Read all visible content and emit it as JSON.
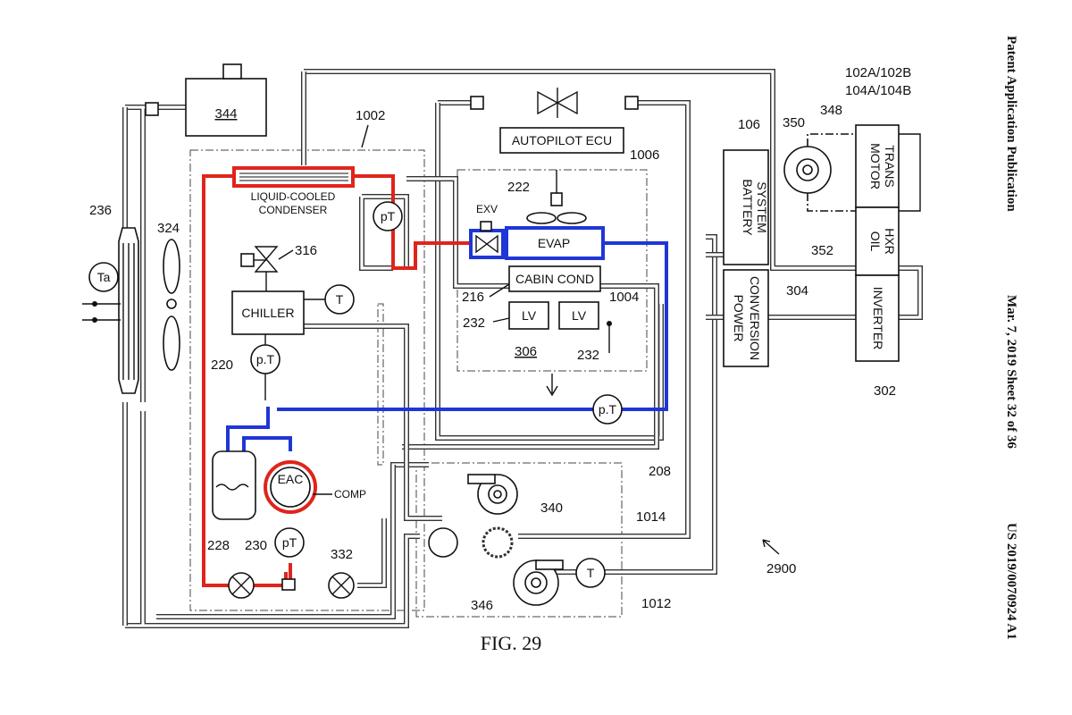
{
  "figure_title": "FIG. 29",
  "header": {
    "publication": "Patent Application Publication",
    "date_sheet": "Mar. 7, 2019  Sheet 32 of 36",
    "number": "US 2019/0070924 A1"
  },
  "components": {
    "box_344": "344",
    "liquid_cooled_condenser": [
      "LIQUID-COOLED",
      "CONDENSER"
    ],
    "autopilot_ecu": "AUTOPILOT ECU",
    "evap": "EVAP",
    "exv": "EXV",
    "cabin_cond": "CABIN COND",
    "lv": "LV",
    "chiller": "CHILLER",
    "eac": "EAC",
    "comp": "COMP",
    "battery_system": [
      "BATTERY",
      "SYSTEM"
    ],
    "power_conversion": [
      "POWER",
      "CONVERSION"
    ],
    "motor_trans": [
      "MOTOR",
      "TRANS"
    ],
    "oil_hxr": [
      "OIL",
      "HXR"
    ],
    "inverter": "INVERTER",
    "ta": "Ta",
    "pt": "pT",
    "p_t": "p.T",
    "t": "T"
  },
  "refs": {
    "r1002": "1002",
    "r1006": "1006",
    "r1004": "1004",
    "r1014": "1014",
    "r1012": "1012",
    "r102": "102A/102B",
    "r104": "104A/104B",
    "r106": "106",
    "r208": "208",
    "r216": "216",
    "r220": "220",
    "r222": "222",
    "r228": "228",
    "r230": "230",
    "r232a": "232",
    "r232b": "232",
    "r236": "236",
    "r2900": "2900",
    "r302": "302",
    "r304": "304",
    "r306": "306",
    "r316": "316",
    "r324": "324",
    "r332": "332",
    "r340": "340",
    "r346": "346",
    "r348": "348",
    "r350": "350",
    "r352": "352"
  },
  "colors": {
    "refrigerant_hot": "#e0241b",
    "refrigerant_cold": "#1f36d6",
    "line": "#111111"
  }
}
